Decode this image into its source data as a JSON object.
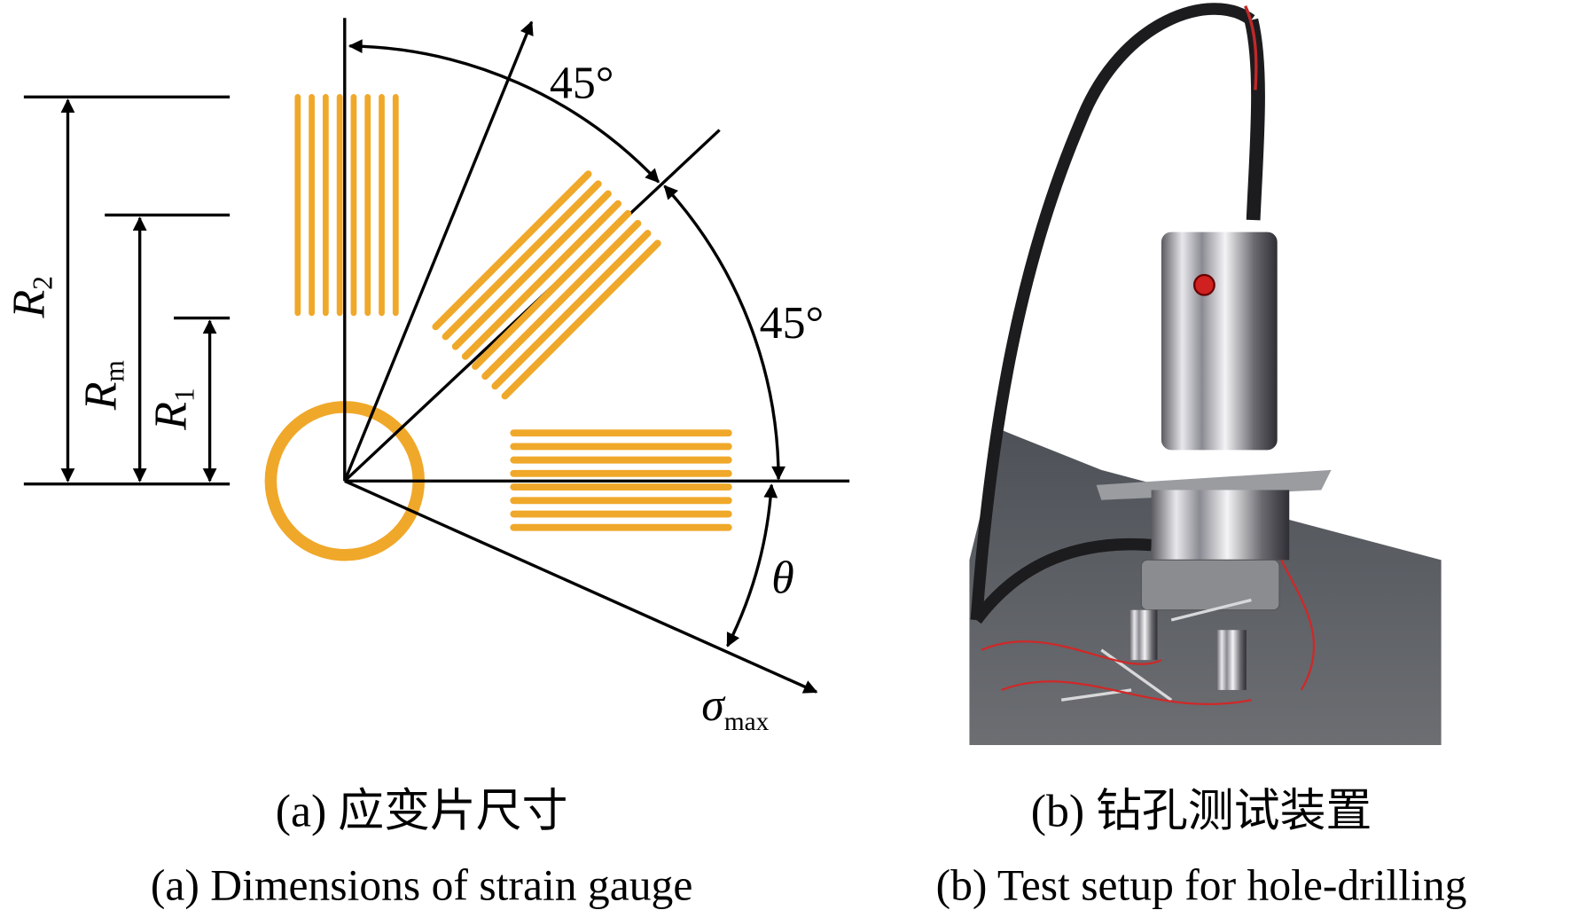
{
  "figure_a": {
    "labels": {
      "r2": "R",
      "r2_sub": "2",
      "rm": "R",
      "rm_sub": "m",
      "r1": "R",
      "r1_sub": "1",
      "angle_top": "45°",
      "angle_right": "45°",
      "theta": "θ",
      "sigma": "σ",
      "sigma_sub": "max"
    },
    "caption_cn": "(a)  应变片尺寸",
    "caption_en": "(a)  Dimensions of strain gauge"
  },
  "figure_b": {
    "caption_cn": "(b)  钻孔测试装置",
    "caption_en": "(b)  Test setup for hole-drilling"
  },
  "colors": {
    "gauge": "#f0a82a",
    "line": "#000000"
  }
}
